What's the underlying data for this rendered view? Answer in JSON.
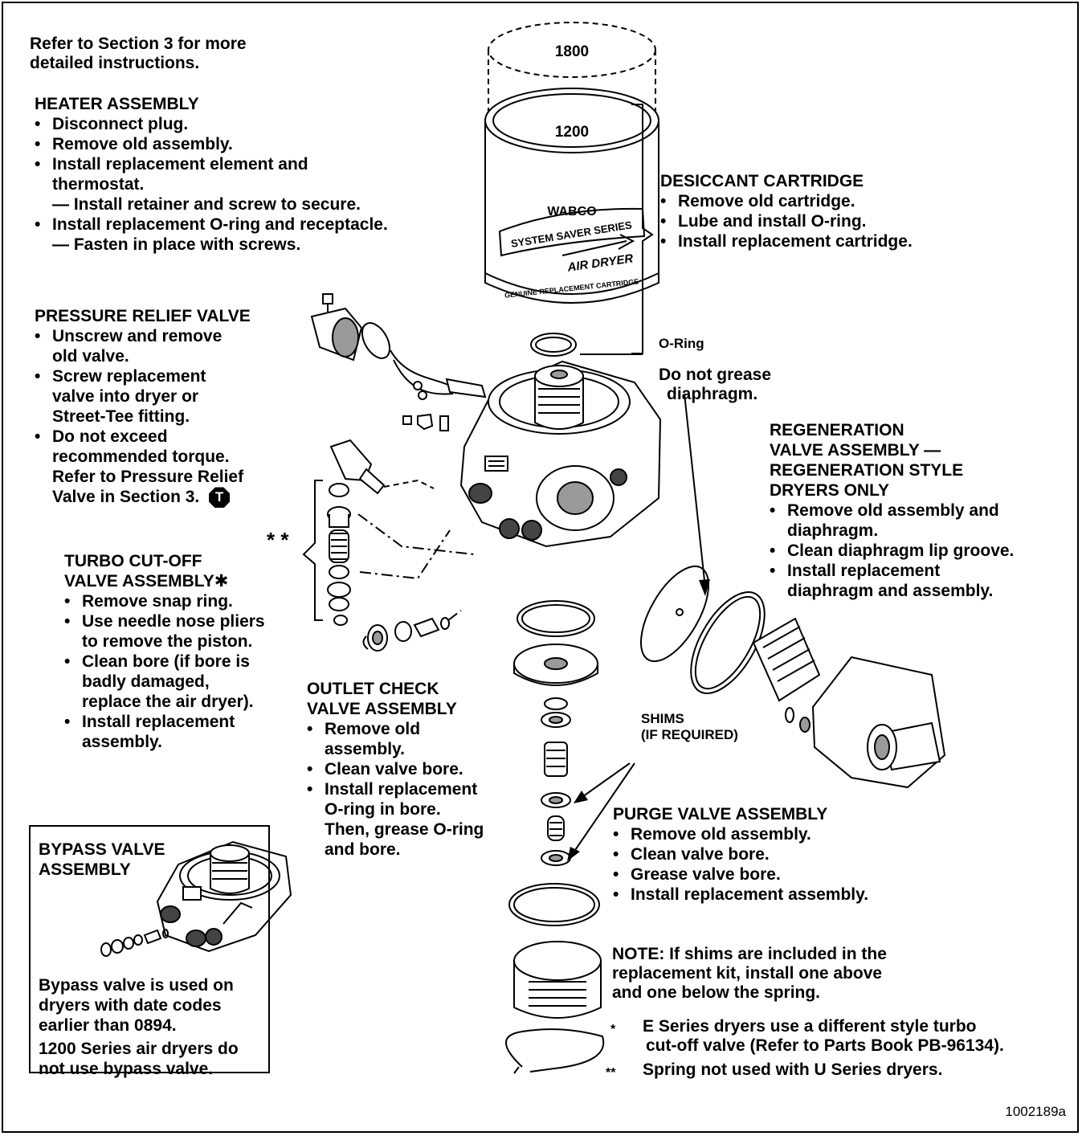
{
  "intro": [
    "Refer to Section 3 for more",
    "detailed instructions."
  ],
  "heater": {
    "title": "HEATER ASSEMBLY",
    "steps": [
      "Disconnect plug.",
      "Remove old assembly.",
      "Install replacement element and",
      "thermostat.",
      "Install retainer and screw to secure.",
      "Install replacement O-ring and receptacle.",
      "Fasten in place with screws."
    ]
  },
  "relief": {
    "title": "PRESSURE RELIEF VALVE",
    "lines": [
      "Unscrew and remove",
      "old valve.",
      "Screw replacement",
      "valve into dryer or",
      "Street-Tee fitting.",
      "Do not exceed",
      "recommended torque.",
      "Refer to Pressure Relief",
      "Valve in Section 3."
    ],
    "torque_symbol": "T"
  },
  "turbo": {
    "marker": "* *",
    "title": [
      "TURBO CUT-OFF",
      "VALVE ASSEMBLY✱"
    ],
    "lines": [
      "Remove snap ring.",
      "Use needle nose pliers",
      "to remove the piston.",
      "Clean bore (if bore is",
      "badly damaged,",
      "replace the air dryer).",
      "Install replacement",
      "assembly."
    ]
  },
  "outlet": {
    "title": [
      "OUTLET CHECK",
      "VALVE ASSEMBLY"
    ],
    "lines": [
      "Remove old",
      "assembly.",
      "Clean valve bore.",
      "Install replacement",
      "O-ring in bore.",
      "Then, grease O-ring",
      "and bore."
    ]
  },
  "bypass": {
    "title": [
      "BYPASS VALVE",
      "ASSEMBLY"
    ],
    "text": [
      "Bypass valve is used on",
      "dryers with date codes",
      "earlier than 0894.",
      "1200 Series air dryers do",
      "not use bypass valve."
    ]
  },
  "cartridge": {
    "size_top": "1800",
    "size_bottom": "1200",
    "brand": "WABCO",
    "series": "SYSTEM SAVER SERIES",
    "product": "AIR DRYER",
    "caption": "GENUINE REPLACEMENT CARTRIDGE"
  },
  "desiccant": {
    "title": "DESICCANT CARTRIDGE",
    "steps": [
      "Remove old cartridge.",
      "Lube and install O-ring.",
      "Install replacement cartridge."
    ]
  },
  "oring_label": "O-Ring",
  "diaphragm_note": [
    "Do not grease",
    "diaphragm."
  ],
  "regen": {
    "title": [
      "REGENERATION",
      "VALVE ASSEMBLY —",
      "REGENERATION STYLE",
      "DRYERS ONLY"
    ],
    "lines": [
      "Remove old assembly and",
      "diaphragm.",
      "Clean diaphragm lip groove.",
      "Install replacement",
      "diaphragm and assembly."
    ]
  },
  "shims": [
    "SHIMS",
    "(IF REQUIRED)"
  ],
  "purge": {
    "title": "PURGE VALVE ASSEMBLY",
    "steps": [
      "Remove old assembly.",
      "Clean valve bore.",
      "Grease valve bore.",
      "Install replacement assembly."
    ]
  },
  "note": [
    "NOTE: If shims are included in the",
    "replacement kit, install one above",
    "and one below the spring."
  ],
  "footnotes": [
    {
      "mark": "*",
      "lines": [
        "E Series dryers use a different style turbo",
        "cut-off valve (Refer to Parts Book PB-96134)."
      ]
    },
    {
      "mark": "**",
      "lines": [
        "Spring not used with U Series dryers."
      ]
    }
  ],
  "figure_id": "1002189a"
}
